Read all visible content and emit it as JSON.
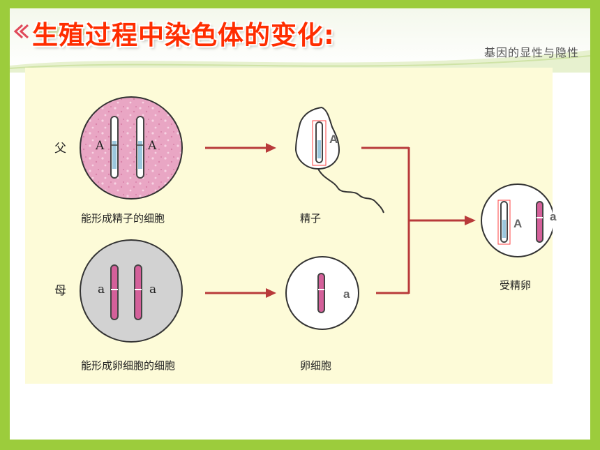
{
  "title": "生殖过程中染色体的变化:",
  "subject": "基因的显性与隐性",
  "diagram": {
    "father_label": "父",
    "mother_label": "母",
    "father_cell_caption": "能形成精子的细胞",
    "mother_cell_caption": "能形成卵细胞的细胞",
    "sperm_caption": "精子",
    "egg_caption": "卵细胞",
    "zygote_caption": "受精卵",
    "father_alleles": [
      "A",
      "A"
    ],
    "mother_alleles": [
      "a",
      "a"
    ],
    "sperm_allele": "A",
    "egg_allele": "a",
    "zygote_alleles": [
      "A",
      "a"
    ]
  },
  "colors": {
    "title": "#ff2d00",
    "arrow": "#b83a3a",
    "father_cell": "#e9a6c4",
    "mother_cell": "#d2d2d2",
    "chromosome_pink": "#d4609a",
    "frame_green": "#9ccc3c"
  }
}
